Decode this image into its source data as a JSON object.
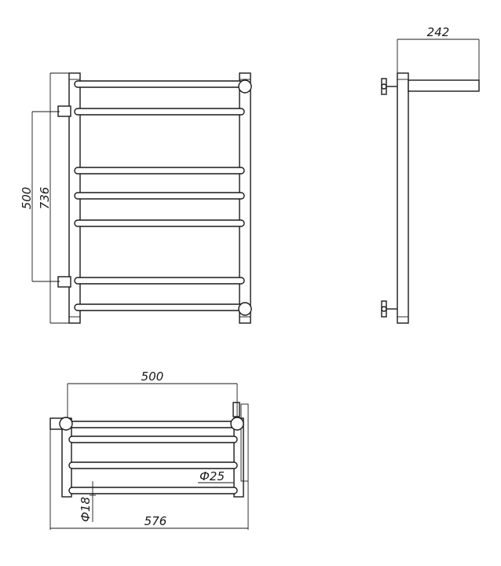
{
  "front_view": {
    "dim_total_height": "736",
    "dim_connection_height": "500",
    "rail_count": 7
  },
  "side_view": {
    "dim_depth": "242"
  },
  "top_view": {
    "dim_connection_width": "500",
    "dim_total_width": "576",
    "dim_post_diameter": "Ф25",
    "dim_rail_diameter": "Ф18",
    "rail_count": 4
  },
  "colors": {
    "line": "#1a1a1a",
    "background": "#ffffff"
  }
}
